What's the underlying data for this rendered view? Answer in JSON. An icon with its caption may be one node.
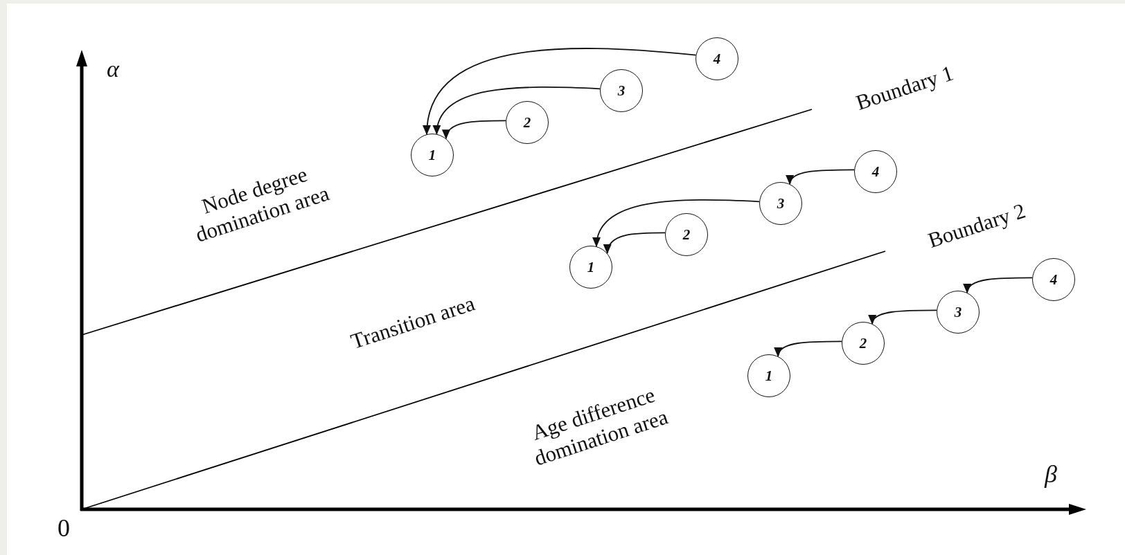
{
  "diagram": {
    "nodes": [
      {
        "text": [
          "1"
        ]
      },
      {
        "text": [
          "2"
        ]
      },
      {
        "text": [
          "3"
        ]
      },
      {
        "text": [
          "4"
        ]
      },
      {
        "text": [
          "1"
        ]
      },
      {
        "text": [
          "2"
        ]
      },
      {
        "text": [
          "3"
        ]
      },
      {
        "text": [
          "4"
        ]
      },
      {
        "text": [
          "1"
        ]
      },
      {
        "text": [
          "2"
        ]
      },
      {
        "text": [
          "3"
        ]
      },
      {
        "text": [
          "4"
        ]
      }
    ],
    "edges": [
      {
        "from": 1,
        "to": 0,
        "arrow": "to"
      },
      {
        "from": 2,
        "to": 0,
        "arrow": "to"
      },
      {
        "from": 3,
        "to": 0,
        "arrow": "to"
      },
      {
        "from": 5,
        "to": 4,
        "arrow": "to"
      },
      {
        "from": 6,
        "to": 4,
        "arrow": "to"
      },
      {
        "from": 7,
        "to": 6,
        "arrow": "to"
      },
      {
        "from": 11,
        "to": 10,
        "arrow": "to"
      },
      {
        "from": 10,
        "to": 9,
        "arrow": "to"
      },
      {
        "from": 9,
        "to": 8,
        "arrow": "to"
      }
    ],
    "labels": [
      "α",
      "Node degree domination area",
      "Boundary 1",
      "Transition area",
      "Boundary 2",
      "Age difference domination area",
      "β",
      "0"
    ]
  }
}
